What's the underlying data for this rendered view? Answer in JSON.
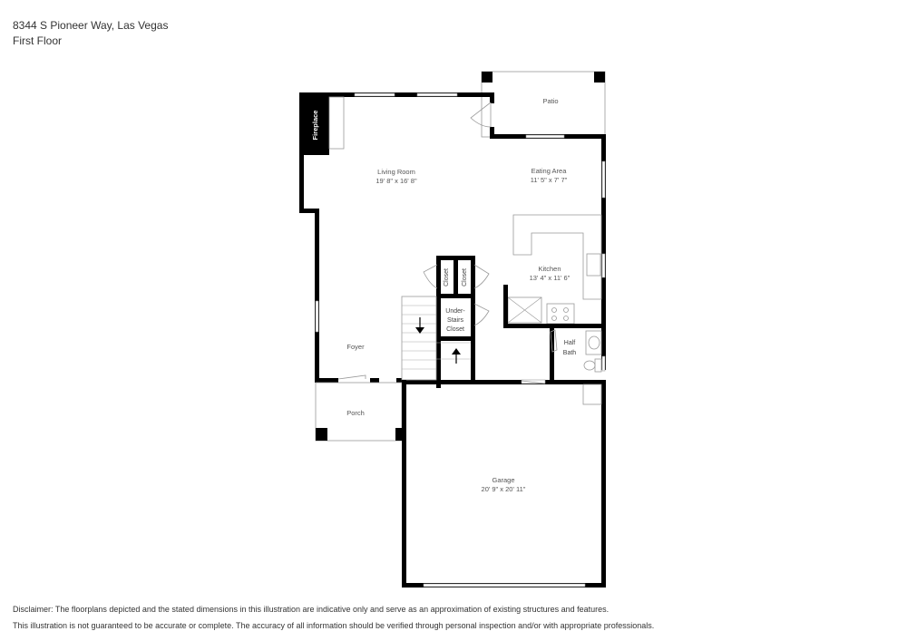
{
  "header": {
    "address": "8344 S Pioneer Way, Las Vegas",
    "floor": "First Floor"
  },
  "rooms": {
    "fireplace": {
      "label": "Fireplace"
    },
    "patio": {
      "label": "Patio"
    },
    "living_room": {
      "label": "Living Room",
      "dims": "19' 8\" x 16' 8\""
    },
    "eating_area": {
      "label": "Eating Area",
      "dims": "11' 5\" x 7' 7\""
    },
    "kitchen": {
      "label": "Kitchen",
      "dims": "13' 4\" x 11' 6\""
    },
    "closet_1": {
      "label": "Closet"
    },
    "closet_2": {
      "label": "Closet"
    },
    "under_stairs_closet": {
      "line1": "Under-",
      "line2": "Stairs",
      "line3": "Closet"
    },
    "half_bath": {
      "line1": "Half",
      "line2": "Bath"
    },
    "foyer": {
      "label": "Foyer"
    },
    "porch": {
      "label": "Porch"
    },
    "garage": {
      "label": "Garage",
      "dims": "20' 9\" x 20' 11\""
    }
  },
  "footer": {
    "disclaimer_line1": "Disclaimer: The floorplans depicted and the stated dimensions in this illustration are indicative only and serve as an approximation of existing structures and features.",
    "disclaimer_line2": "This illustration is not guaranteed to be accurate or complete. The accuracy of all information should be verified through personal inspection and/or with appropriate professionals."
  }
}
